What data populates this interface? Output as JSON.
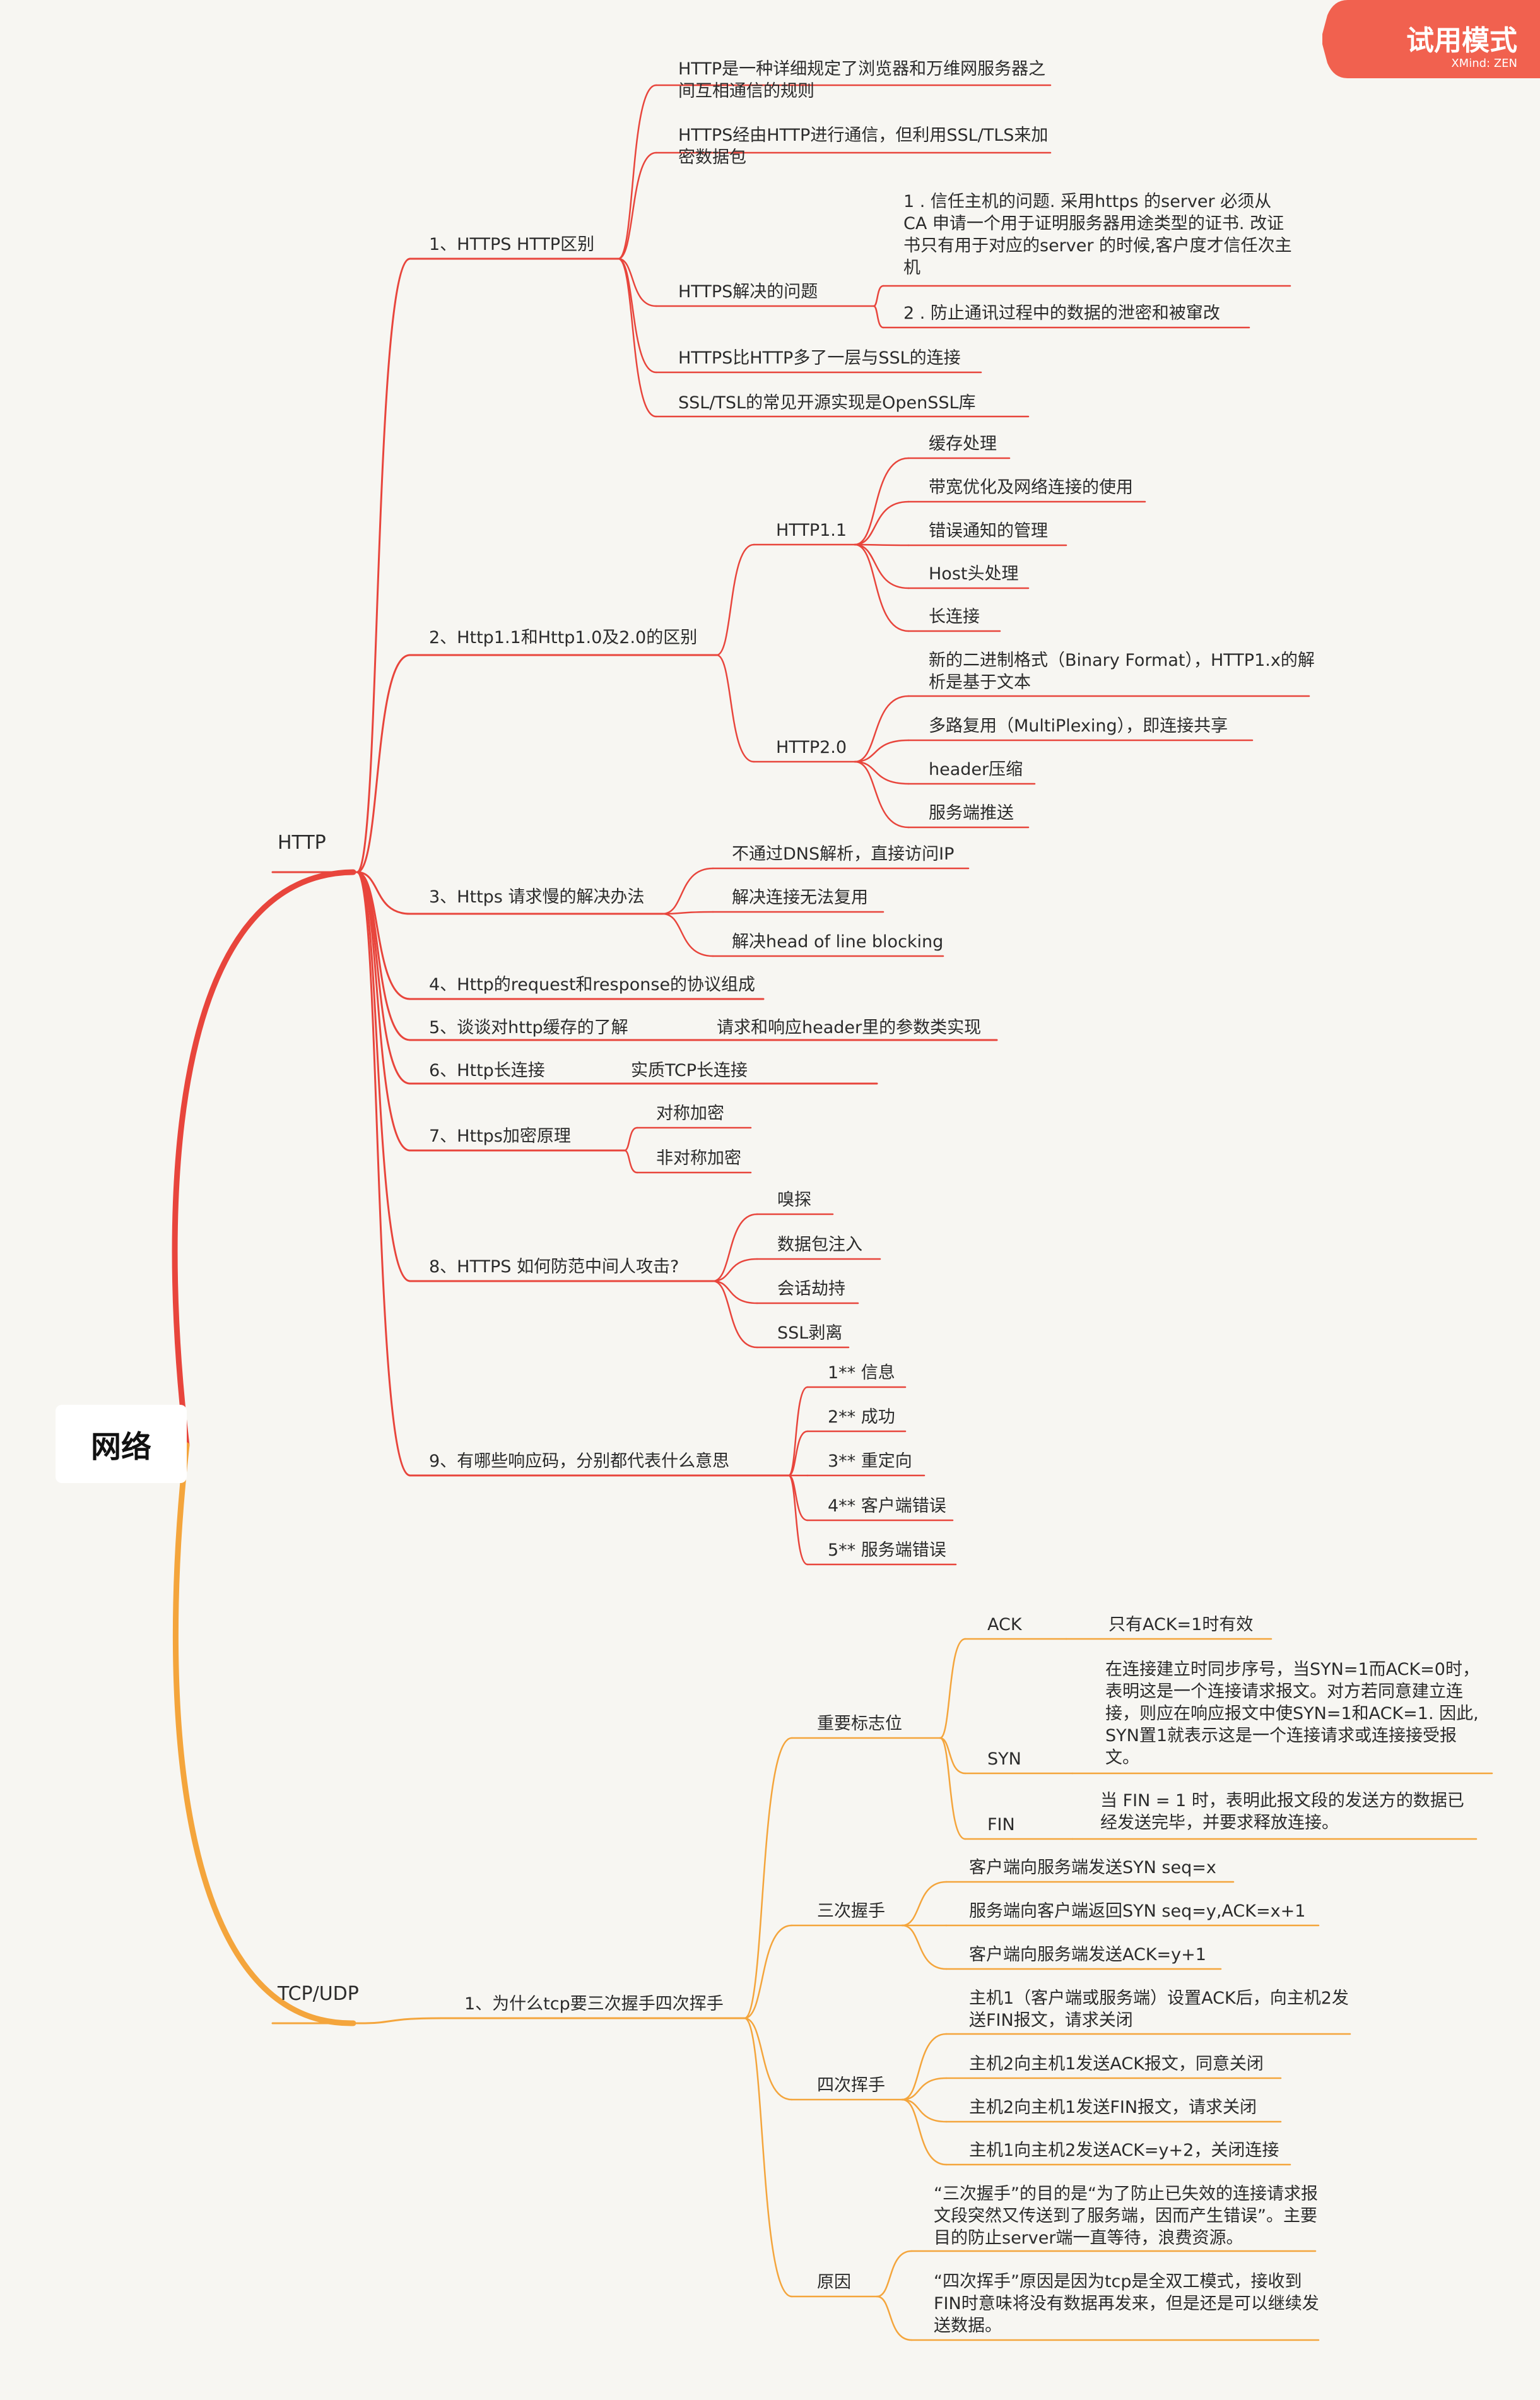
{
  "badge": {
    "title": "试用模式",
    "brand": "XMind: ZEN"
  },
  "root": "网络",
  "colors": {
    "http": "#e8453c",
    "tcp": "#f4a53c",
    "badge": "#f1614f"
  },
  "http": {
    "label": "HTTP",
    "q1": {
      "label": "1、HTTPS HTTP区别",
      "a": "HTTP是一种详细规定了浏览器和万维网服务器之间互相通信的规则",
      "b": "HTTPS经由HTTP进行通信，但利用SSL/TLS来加密数据包",
      "c": "HTTPS解决的问题",
      "c1": "1 . 信任主机的问题. 采用https 的server 必须从CA 申请一个用于证明服务器用途类型的证书. 改证书只有用于对应的server 的时候,客户度才信任次主机",
      "c2": "2 . 防止通讯过程中的数据的泄密和被窜改",
      "d": "HTTPS比HTTP多了一层与SSL的连接",
      "e": "SSL/TSL的常见开源实现是OpenSSL库"
    },
    "q2": {
      "label": "2、Http1.1和Http1.0及2.0的区别",
      "h11": "HTTP1.1",
      "h11_items": [
        "缓存处理",
        "带宽优化及网络连接的使用",
        "错误通知的管理",
        "Host头处理",
        "长连接"
      ],
      "h20": "HTTP2.0",
      "h20_items": [
        "新的二进制格式（Binary Format），HTTP1.x的解析是基于文本",
        "多路复用（MultiPlexing），即连接共享",
        "header压缩",
        "服务端推送"
      ]
    },
    "q3": {
      "label": "3、Https 请求慢的解决办法",
      "items": [
        "不通过DNS解析，直接访问IP",
        "解决连接无法复用",
        "解决head of line blocking"
      ]
    },
    "q4": {
      "label": "4、Http的request和response的协议组成"
    },
    "q5": {
      "label": "5、谈谈对http缓存的了解",
      "item": "请求和响应header里的参数类实现"
    },
    "q6": {
      "label": "6、Http长连接",
      "item": "实质TCP长连接"
    },
    "q7": {
      "label": "7、Https加密原理",
      "items": [
        "对称加密",
        "非对称加密"
      ]
    },
    "q8": {
      "label": "8、HTTPS 如何防范中间人攻击?",
      "items": [
        "嗅探",
        "数据包注入",
        "会话劫持",
        "SSL剥离"
      ]
    },
    "q9": {
      "label": "9、有哪些响应码，分别都代表什么意思",
      "items": [
        "1** 信息",
        "2** 成功",
        "3** 重定向",
        "4** 客户端错误",
        "5** 服务端错误"
      ]
    }
  },
  "tcp": {
    "label": "TCP/UDP",
    "q1": {
      "label": "1、为什么tcp要三次握手四次挥手",
      "flags": {
        "label": "重要标志位",
        "ack": "ACK",
        "ack_desc": "只有ACK=1时有效",
        "syn": "SYN",
        "syn_desc": "在连接建立时同步序号，当SYN=1而ACK=0时，表明这是一个连接请求报文。对方若同意建立连接，则应在响应报文中使SYN=1和ACK=1. 因此, SYN置1就表示这是一个连接请求或连接接受报文。",
        "fin": "FIN",
        "fin_desc": "当 FIN = 1 时，表明此报文段的发送方的数据已经发送完毕，并要求释放连接。"
      },
      "three": {
        "label": "三次握手",
        "items": [
          "客户端向服务端发送SYN seq=x",
          "服务端向客户端返回SYN seq=y,ACK=x+1",
          "客户端向服务端发送ACK=y+1"
        ]
      },
      "four": {
        "label": "四次挥手",
        "items": [
          "主机1（客户端或服务端）设置ACK后，向主机2发送FIN报文，请求关闭",
          "主机2向主机1发送ACK报文，同意关闭",
          "主机2向主机1发送FIN报文，请求关闭",
          "主机1向主机2发送ACK=y+2，关闭连接"
        ]
      },
      "reason": {
        "label": "原因",
        "items": [
          "“三次握手”的目的是“为了防止已失效的连接请求报文段突然又传送到了服务端，因而产生错误”。主要目的防止server端一直等待，浪费资源。",
          "“四次挥手”原因是因为tcp是全双工模式，接收到FIN时意味将没有数据再发来，但是还是可以继续发送数据。"
        ]
      }
    }
  }
}
